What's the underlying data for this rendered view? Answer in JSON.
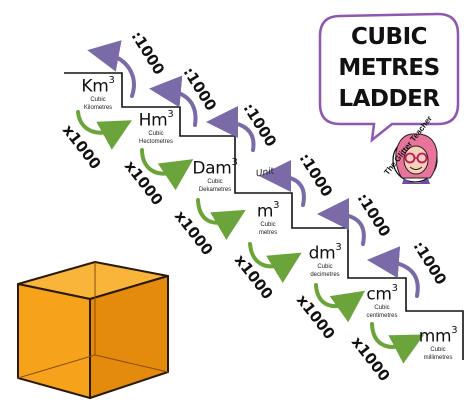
{
  "title": {
    "line1": "CUBIC",
    "line2": "METRES",
    "line3": "LADDER"
  },
  "brand": "The Glitter Teacher",
  "units": [
    {
      "symbol": "Km",
      "exp": "3",
      "desc1": "Cubic",
      "desc2": "Kilometres"
    },
    {
      "symbol": "Hm",
      "exp": "3",
      "desc1": "Cubic",
      "desc2": "Hectometres"
    },
    {
      "symbol": "Dam",
      "exp": "3",
      "desc1": "Cubic",
      "desc2": "Dekametres"
    },
    {
      "symbol": "m",
      "exp": "3",
      "desc1": "Cubic",
      "desc2": "metres"
    },
    {
      "symbol": "dm",
      "exp": "3",
      "desc1": "Cubic",
      "desc2": "decimetres"
    },
    {
      "symbol": "cm",
      "exp": "3",
      "desc1": "Cubic",
      "desc2": "centimetres"
    },
    {
      "symbol": "mm",
      "exp": "3",
      "desc1": "Cubic",
      "desc2": "millimetres"
    }
  ],
  "unit_label": "Unit",
  "divide_label": ":1000",
  "multiply_label": "x1000",
  "colors": {
    "up_arrow": "#7b6aa8",
    "down_arrow": "#6aa43a",
    "cube_front": "#f7a21b",
    "cube_top": "#f9b43a",
    "cube_side": "#e48a0c",
    "bubble_border": "#8e58b2",
    "stairs": "#111111"
  }
}
